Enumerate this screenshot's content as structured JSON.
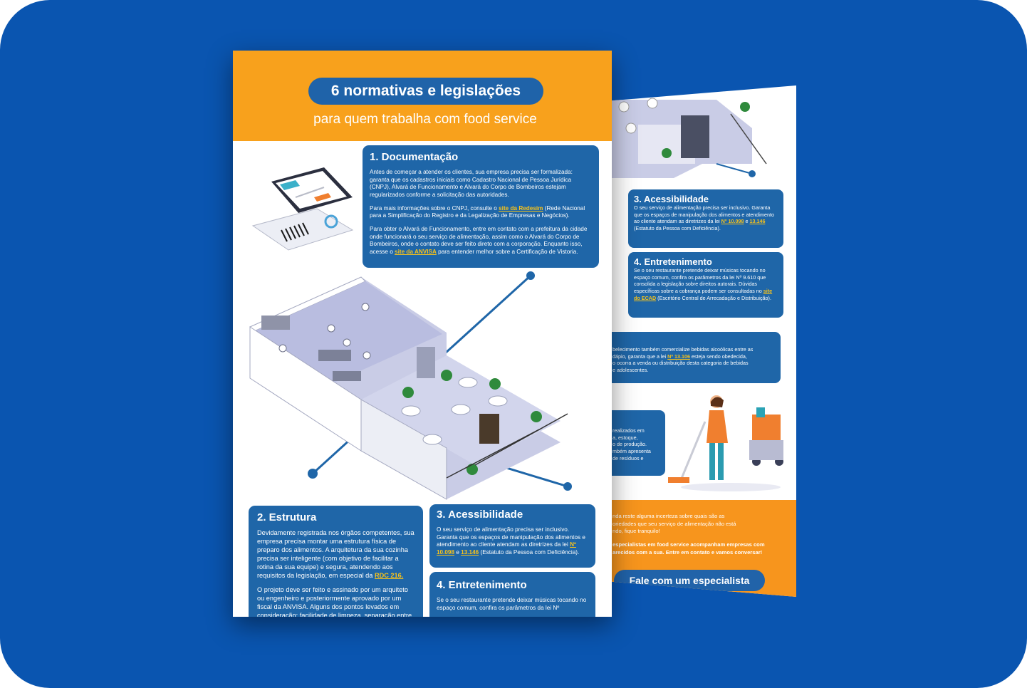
{
  "colors": {
    "background": "#0a55b0",
    "orange": "#f8a11c",
    "card_blue": "#1f66a8",
    "highlight": "#f7c21a"
  },
  "front": {
    "title": "6 normativas e legislações",
    "subtitle": "para quem trabalha com food service",
    "documentacao": {
      "heading": "1. Documentação",
      "p1": "Antes de começar a atender os clientes, sua empresa precisa ser formalizada: garanta que os cadastros iniciais como Cadastro Nacional de Pessoa Jurídica (CNPJ), Alvará de Funcionamento e Alvará do Corpo de Bombeiros estejam regularizados conforme a solicitação das autoridades.",
      "p2_pre": "Para mais informações sobre o CNPJ, consulte o ",
      "p2_link": "site da Redesim",
      "p2_post": " (Rede Nacional para a Simplificação do Registro e da Legalização de Empresas e Negócios).",
      "p3_pre": "Para obter o Alvará de Funcionamento, entre em contato com a prefeitura da cidade onde funcionará o seu serviço de alimentação, assim como o Alvará do Corpo de Bombeiros, onde o contato deve ser feito direto com a corporação. Enquanto isso, acesse o ",
      "p3_link": "site da ANVISA",
      "p3_post": " para entender melhor sobre a Certificação de Vistoria."
    },
    "estrutura": {
      "heading": "2. Estrutura",
      "p1_pre": "Devidamente registrada nos órgãos competentes, sua empresa precisa montar uma estrutura física de preparo dos alimentos. A arquitetura da sua cozinha precisa ser inteligente (com objetivo de facilitar a rotina da sua equipe) e segura, atendendo aos requisitos da legislação, em especial da ",
      "p1_link": "RDC 216.",
      "p2": "O projeto deve ser feito e assinado por um arquiteto ou engenheiro e posteriormente aprovado por um fiscal da ANVISA. Alguns dos pontos levados em consideração: facilidade de limpeza, separação entre diferentes manipulações, integridade da estrutura e"
    },
    "acessibilidade": {
      "heading": "3. Acessibilidade",
      "p1_pre": "O seu serviço de alimentação precisa ser inclusivo. Garanta que os espaços de manipulação dos alimentos e atendimento ao cliente atendam as diretrizes da lei ",
      "link1": "Nº 10.098",
      "mid": " e ",
      "link2": "13.146",
      "p1_post": " (Estatuto da Pessoa com Deficiência)."
    },
    "entretenimento": {
      "heading": "4. Entretenimento",
      "p1": "Se o seu restaurante pretende deixar músicas tocando no espaço comum, confira os parâmetros da lei Nº"
    }
  },
  "back": {
    "acessibilidade": {
      "heading": "3. Acessibilidade",
      "p1_pre": "O seu serviço de alimentação precisa ser inclusivo. Garanta que os espaços de manipulação dos alimentos e atendimento ao cliente atendam as diretrizes da lei ",
      "link1": "Nº 10.098",
      "mid": " e ",
      "link2": "13.146",
      "p1_post": " (Estatuto da Pessoa com Deficiência)."
    },
    "entretenimento": {
      "heading": "4. Entretenimento",
      "p1_pre": "Se o seu restaurante pretende deixar músicas tocando no espaço comum, confira os parâmetros da lei Nº 9.610 que consolida a legislação sobre direitos autorais. Dúvidas específicas sobre a cobrança podem ser consultadas no ",
      "link": "site do ECAD",
      "p1_post": " (Escritório Central de Arrecadação e Distribuição)."
    },
    "bebidas": {
      "l1": "belecimento também comercialize bebidas alcoólicas entre as",
      "l2_pre": "dápio, garanta que a lei ",
      "l2_link": "Nº 13.106",
      "l2_post": " esteja sendo obedecida,",
      "l3": "o ocorra a venda ou distribuição desta categoria de bebidas",
      "l4": "e adolescentes."
    },
    "limpeza": {
      "l1": "realizados em",
      "l2": "a, estoque,",
      "l3": "o de produção.",
      "l4": "mbém apresenta",
      "l5": "de resíduos e"
    },
    "cta": {
      "l1": "nda reste alguma incerteza sobre quais são as",
      "l2": "oriedades que seu serviço de alimentação não está",
      "l3": "ndo, fique tranquilo!",
      "l4": "especialistas em food service acompanham empresas com",
      "l5": "arecidos com a sua. Entre em contato e vamos conversar!",
      "button": "Fale com um especialista"
    }
  }
}
